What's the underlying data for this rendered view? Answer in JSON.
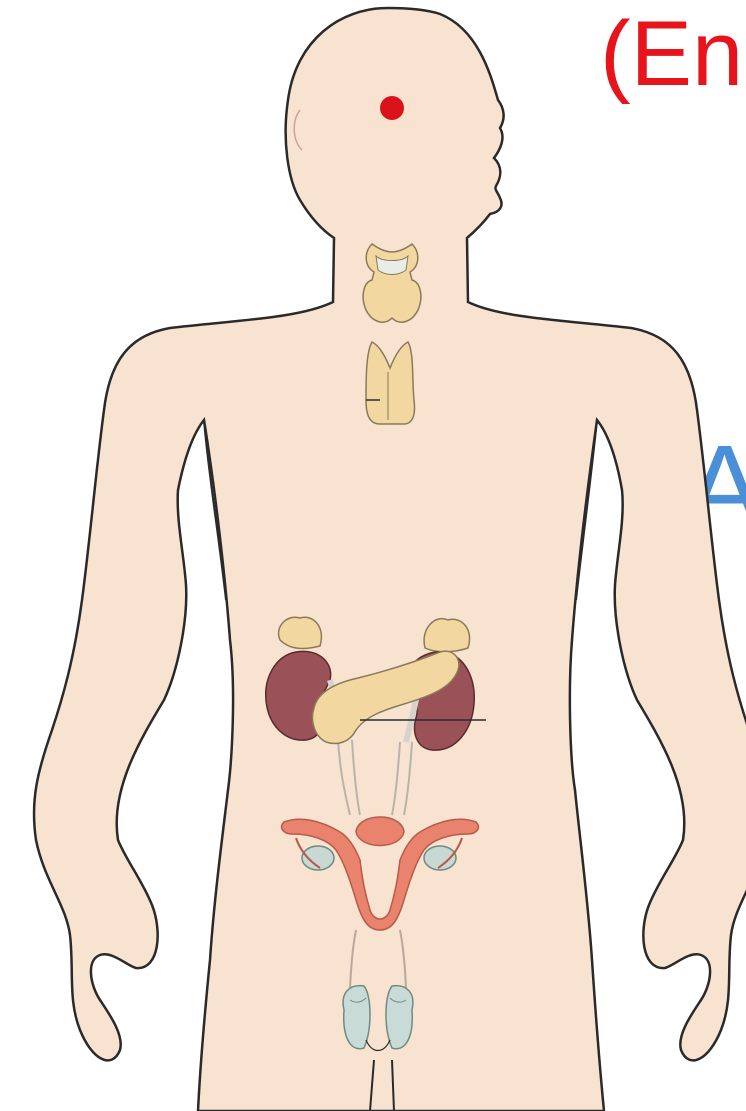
{
  "slide": {
    "title_fragment": "(En",
    "side_fragment": "A"
  },
  "colors": {
    "skin": "#f8e3d1",
    "outline": "#2a2a2a",
    "title_red": "#e8141b",
    "side_blue": "#4a8fd8",
    "pineal_red": "#d9121c",
    "gland_yellow": "#f2d7a0",
    "kidney_maroon": "#9a5158",
    "uterus_salmon": "#e9836e",
    "ovary_bluegray": "#c8d9d4",
    "testis_bluegray": "#c9dbd7"
  },
  "icons": {
    "body": "human-figure-outline",
    "pineal": "pineal-gland-dot",
    "thyroid": "thyroid-gland-icon",
    "thymus": "thymus-gland-icon",
    "adrenal": "adrenal-gland-icon",
    "kidney": "kidney-icon",
    "pancreas": "pancreas-icon",
    "uterus": "uterus-icon",
    "ovary": "ovary-icon",
    "testes": "testes-icon"
  }
}
